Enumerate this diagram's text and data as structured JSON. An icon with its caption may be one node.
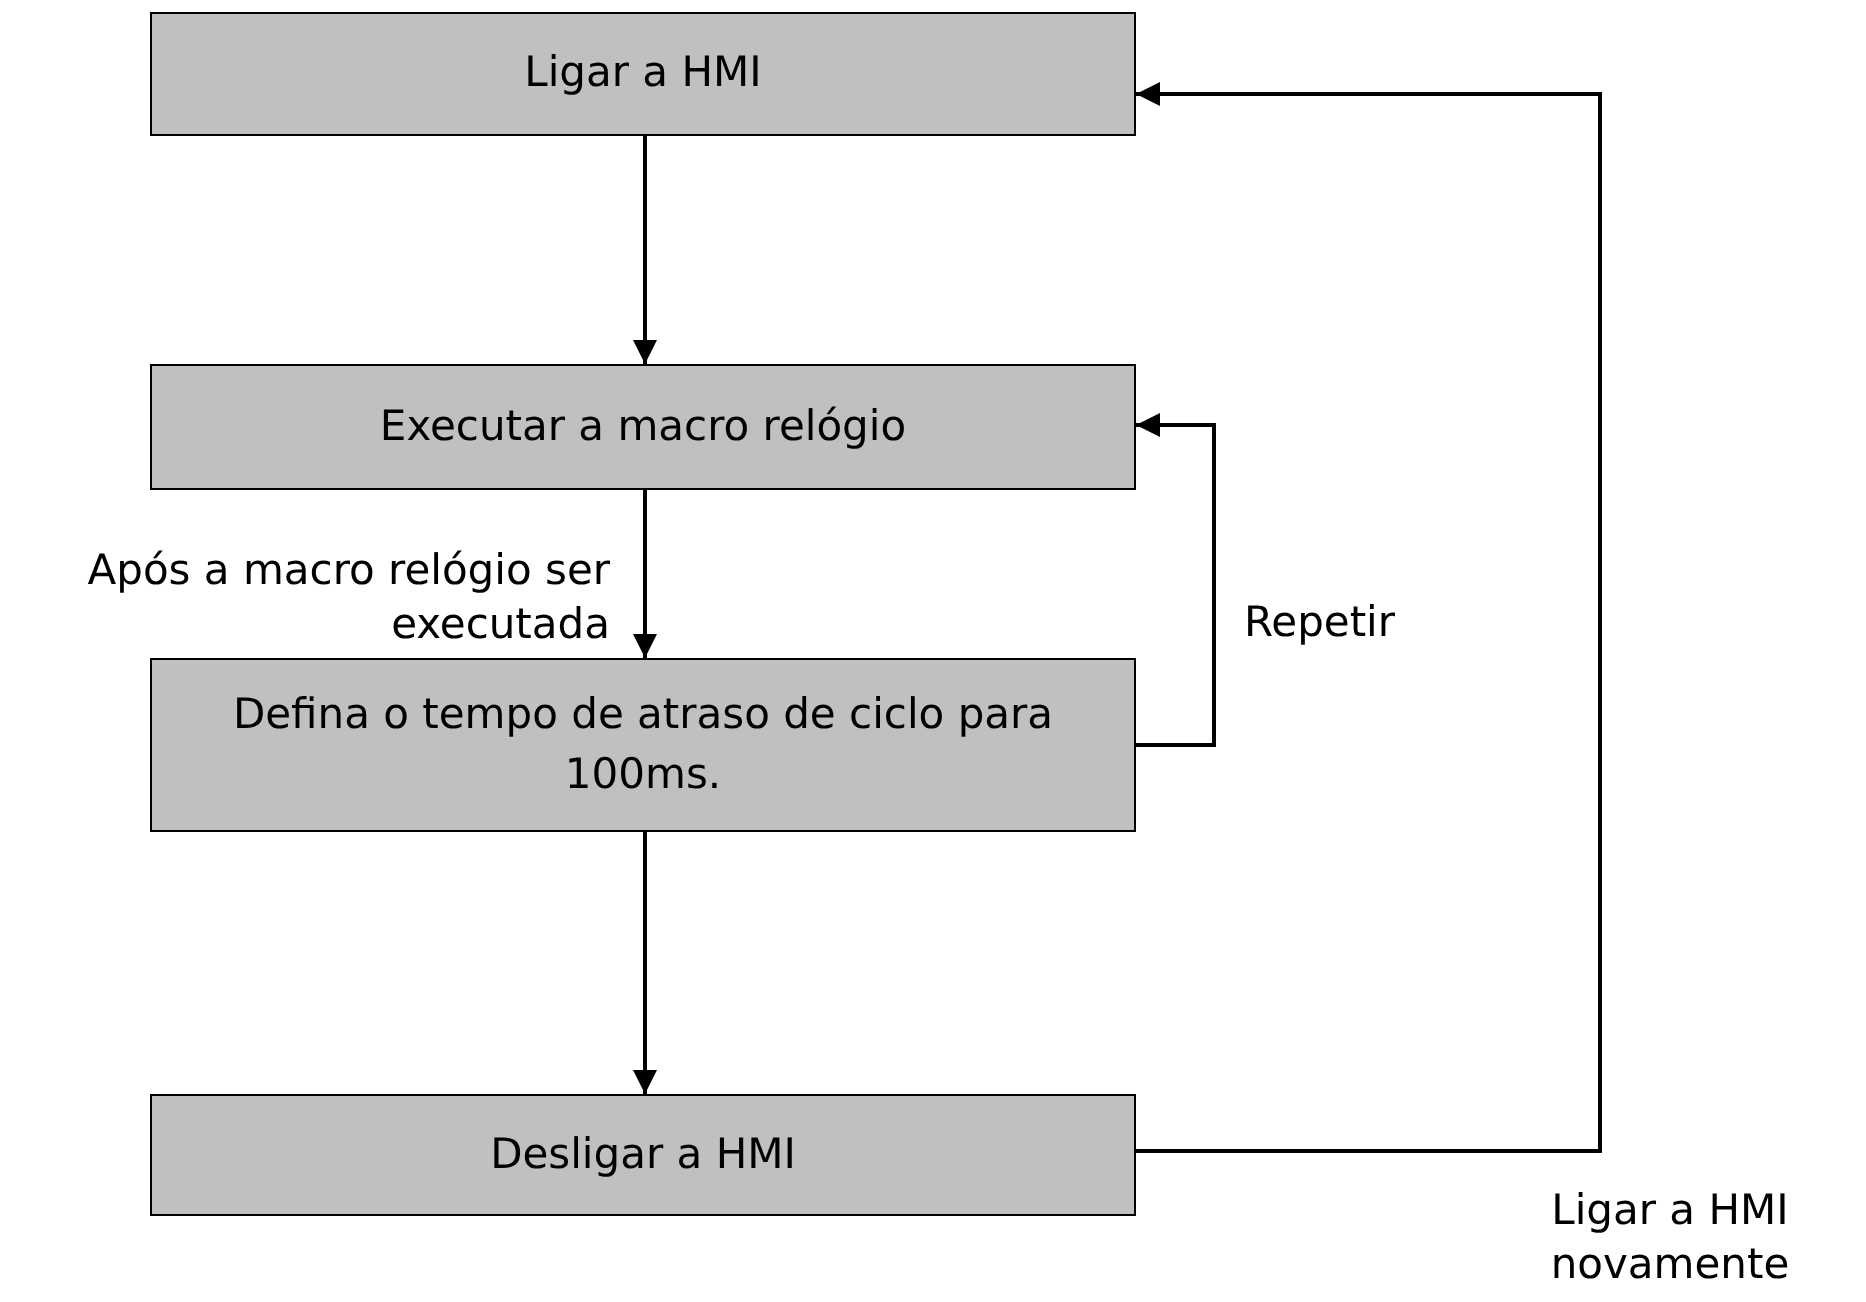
{
  "diagram": {
    "nodes": [
      {
        "text": [
          "Ligar a HMI"
        ]
      },
      {
        "text": [
          "Executar a macro relógio"
        ]
      },
      {
        "text": [
          "Defina o tempo de atraso de ciclo para 100ms."
        ]
      },
      {
        "text": [
          "Desligar a HMI"
        ]
      }
    ],
    "edges": [
      {
        "from": 0,
        "to": 1,
        "arrow": "to"
      },
      {
        "from": 1,
        "to": 2,
        "arrow": "to",
        "label": "Após a macro relógio ser executada"
      },
      {
        "from": 2,
        "to": 3,
        "arrow": "to"
      },
      {
        "from": 2,
        "to": 1,
        "arrow": "to",
        "label": "Repetir"
      },
      {
        "from": 3,
        "to": 0,
        "arrow": "to",
        "label": "Ligar a HMI novamente"
      }
    ]
  }
}
